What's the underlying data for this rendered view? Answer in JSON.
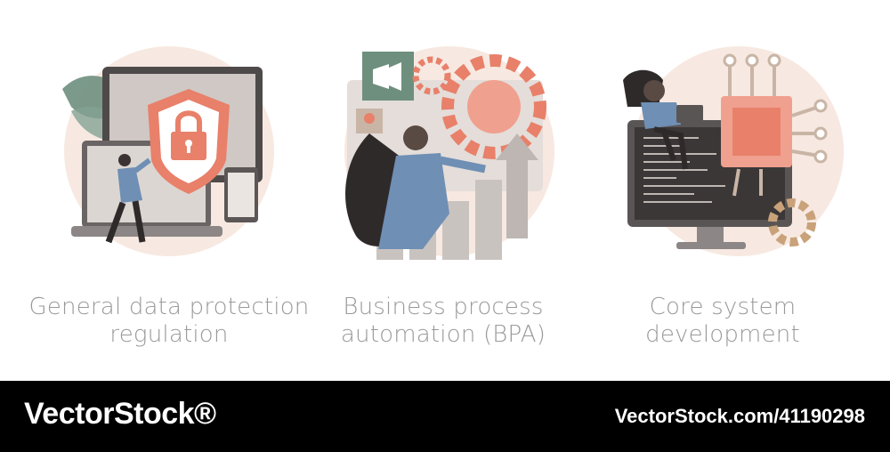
{
  "panels": [
    {
      "caption_line1": "General data protection",
      "caption_line2": "regulation",
      "icon": "shield-lock-devices"
    },
    {
      "caption_line1": "Business process",
      "caption_line2": "automation (BPA)",
      "icon": "gears-growth-chart"
    },
    {
      "caption_line1": "Core system",
      "caption_line2": "development",
      "icon": "chip-monitor-code"
    }
  ],
  "footer": {
    "brand": "VectorStock®",
    "image_id": "VectorStock.com/41190298"
  },
  "colors": {
    "salmon": "#e8806a",
    "blue": "#6f8fb4",
    "gray": "#d8d3cf",
    "peach": "#f6e7df",
    "footer_bg": "#000000"
  }
}
